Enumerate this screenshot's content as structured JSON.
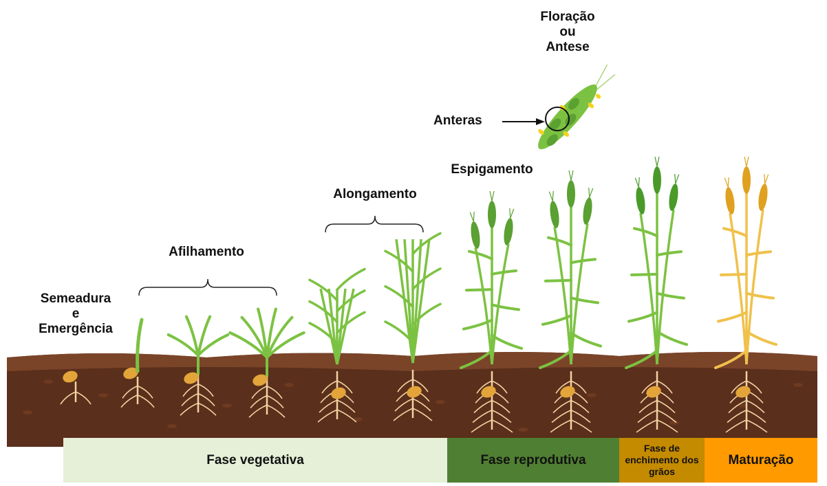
{
  "stages": {
    "semeadura": [
      "Semeadura",
      "e",
      "Emergência"
    ],
    "afilhamento": "Afilhamento",
    "alongamento": "Alongamento",
    "espigamento": "Espigamento",
    "floracao": [
      "Floração",
      "ou",
      "Antese"
    ],
    "anteras": "Anteras"
  },
  "phases": [
    {
      "label": "Fase vegetativa",
      "color": "#e6f0d8"
    },
    {
      "label": "Fase reprodutiva",
      "color": "#4f7f32"
    },
    {
      "label": "Fase de enchimento dos grãos",
      "color": "#c48a00"
    },
    {
      "label": "Maturação",
      "color": "#ff9a00"
    }
  ],
  "colors": {
    "soil_top": "#6b3a22",
    "soil": "#5a2f1b",
    "leaf_green": "#7cc242",
    "leaf_gold": "#f0c14b",
    "seed": "#e3a43a",
    "root": "#f2d3a3"
  }
}
